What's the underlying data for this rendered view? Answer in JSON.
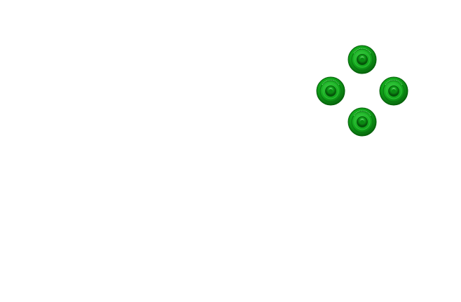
{
  "controls": {
    "dpad": {
      "buttons": [
        {
          "id": "up",
          "icon": "green-round-button-icon"
        },
        {
          "id": "left",
          "icon": "green-round-button-icon"
        },
        {
          "id": "right",
          "icon": "green-round-button-icon"
        },
        {
          "id": "down",
          "icon": "green-round-button-icon"
        }
      ],
      "colors": {
        "base": "#11a51a",
        "dark": "#06620b",
        "light": "#3cd045",
        "center": "#0a8a12"
      }
    }
  },
  "background": "#ffffff"
}
